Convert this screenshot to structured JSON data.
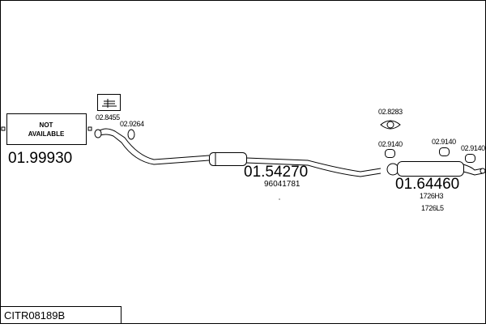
{
  "footer_code": "CITR08189B",
  "left_part": {
    "box_lines": [
      "NOT",
      "AVAILABLE"
    ],
    "number": "01.99930"
  },
  "front_pipe_parts": {
    "gasket": "02.8455",
    "ring": "02.9264"
  },
  "middle_silencer": {
    "number": "01.54270",
    "oem": "96041781"
  },
  "rear_silencer": {
    "number": "01.64460",
    "oem_1": "1726H3",
    "oem_2": "1726L5"
  },
  "rear_parts": {
    "clamp": "02.8283",
    "hanger_1": "02.9140",
    "hanger_2": "02.9140",
    "hanger_3": "02.9140"
  }
}
